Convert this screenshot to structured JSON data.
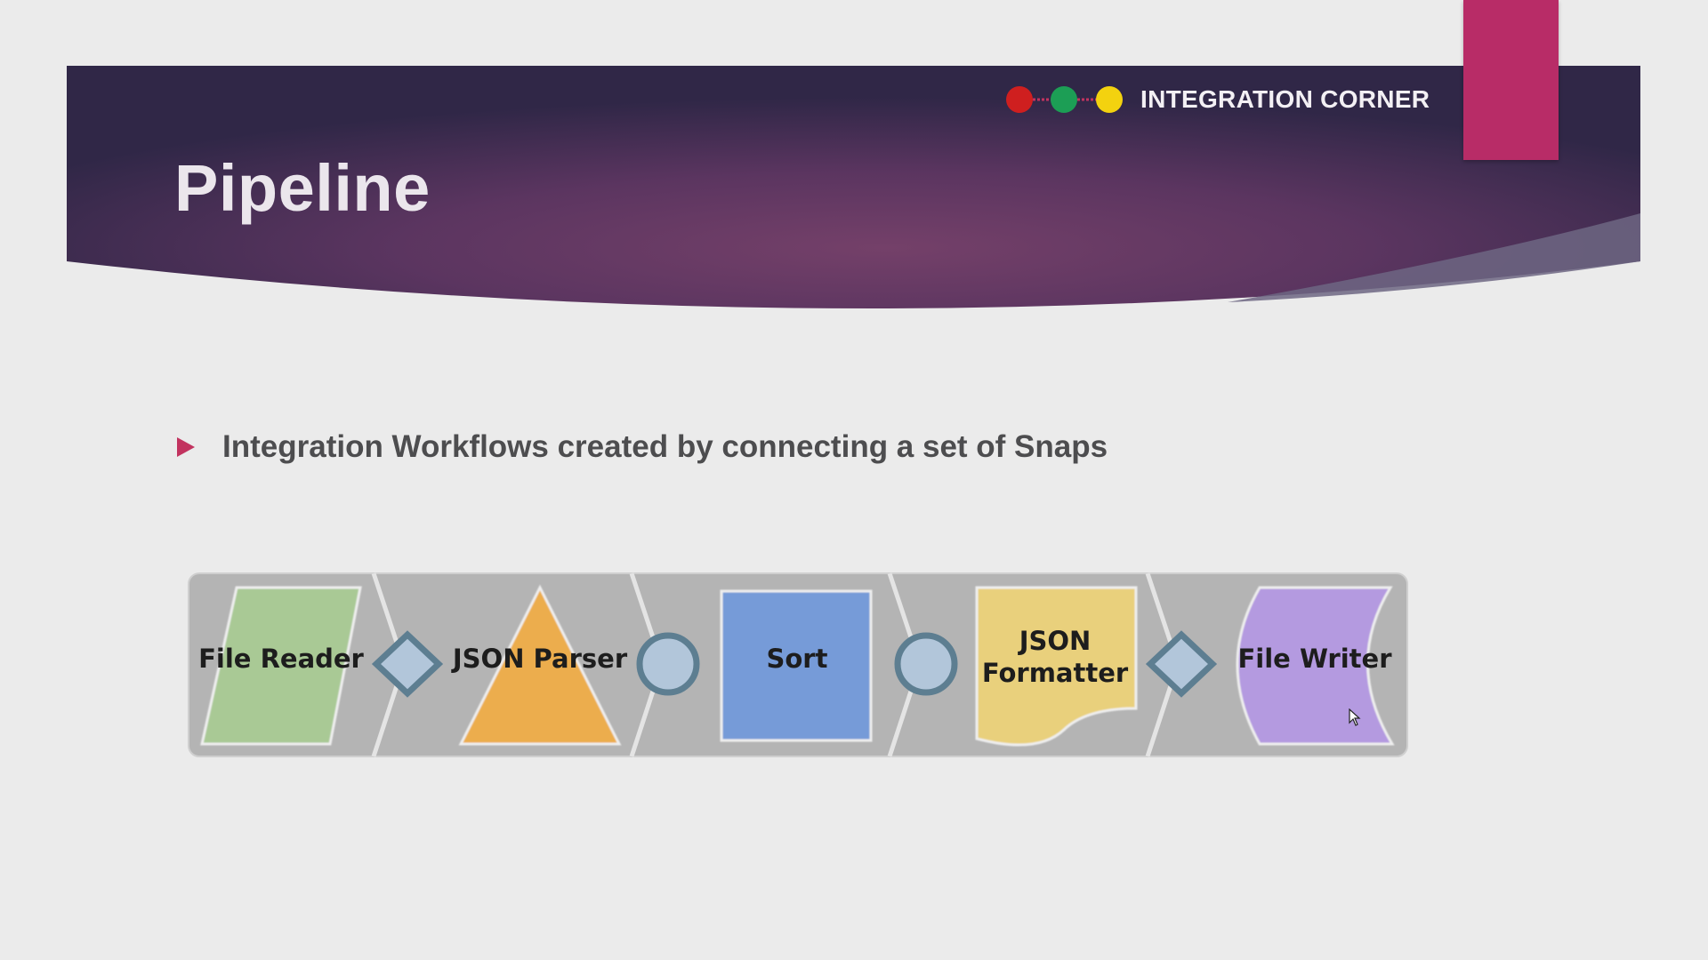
{
  "slide": {
    "title": "Pipeline",
    "brand_name": "INTEGRATION CORNER",
    "bullet_text": "Integration Workflows created by connecting a set of Snaps"
  },
  "brand_logo": {
    "icon": "three-connected-dots",
    "dot_colors": [
      "#cf1f1f",
      "#1c9e55",
      "#f3d20f"
    ],
    "connector_color": "#c2335f"
  },
  "pipeline": {
    "snaps": [
      {
        "label_lines": [
          "File Reader"
        ],
        "shape": "parallelogram",
        "color": "#a9c995"
      },
      {
        "label_lines": [
          "JSON Parser"
        ],
        "shape": "triangle",
        "color": "#ecad4e"
      },
      {
        "label_lines": [
          "Sort"
        ],
        "shape": "square",
        "color": "#769bd8"
      },
      {
        "label_lines": [
          "JSON",
          "Formatter"
        ],
        "shape": "document",
        "color": "#e9d07c"
      },
      {
        "label_lines": [
          "File Writer"
        ],
        "shape": "curved-sheet",
        "color": "#b49ae0"
      }
    ],
    "connectors": [
      "diamond",
      "circle",
      "circle",
      "diamond"
    ]
  },
  "colors": {
    "accent_pink": "#b82c67",
    "banner_purple": "#5e3561",
    "bullet_arrow": "#c2335f",
    "slide_background": "#ebebeb"
  }
}
